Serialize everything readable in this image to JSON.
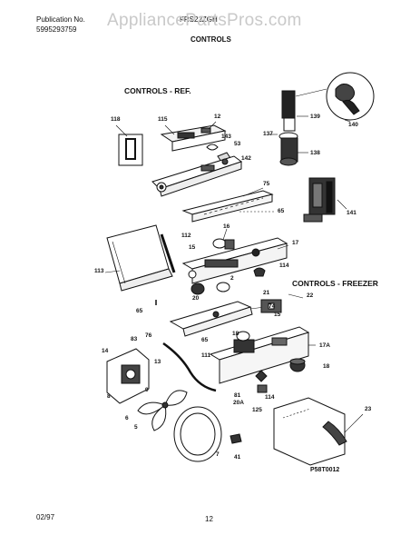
{
  "header": {
    "publication_label": "Publication No.",
    "publication_number": "5995293759",
    "model": "FRS22ZGH",
    "page_title": "CONTROLS"
  },
  "watermark": "AppliancePartsPros.com",
  "sections": {
    "refrigerator": "CONTROLS - REF.",
    "freezer": "CONTROLS - FREEZER"
  },
  "callouts": [
    "118",
    "115",
    "12",
    "143",
    "53",
    "142",
    "139",
    "140",
    "137",
    "138",
    "75",
    "65",
    "141",
    "16",
    "112",
    "17",
    "15",
    "113",
    "114",
    "20",
    "2",
    "65",
    "21",
    "22",
    "74",
    "18",
    "15",
    "65",
    "14",
    "83",
    "76",
    "111",
    "13",
    "9",
    "8",
    "6",
    "5",
    "81",
    "20A",
    "114",
    "125",
    "17A",
    "18",
    "7",
    "41",
    "23"
  ],
  "figure_id": "P58T0012",
  "footer": {
    "date": "02/97",
    "page_number": "12"
  }
}
